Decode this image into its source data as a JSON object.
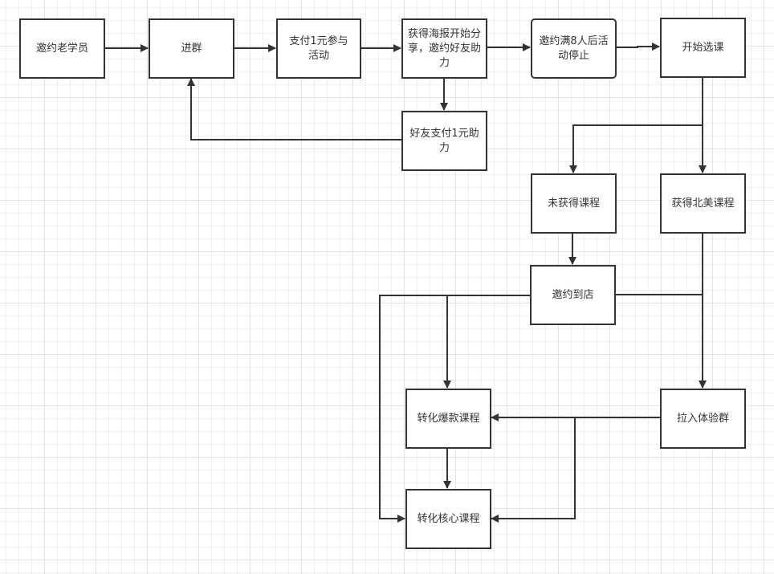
{
  "diagram": {
    "type": "flowchart",
    "stroke_color": "#333333",
    "nodes": {
      "invite_old_students": "邀约老学员",
      "join_group": "进群",
      "pay_one_yuan": "支付1元参与活动",
      "get_poster": "获得海报开始分享，邀约好友助力",
      "friend_pays": "好友支付1元助力",
      "activity_stops": "邀约满8人后活动停止",
      "start_course_selection": "开始选课",
      "no_course_obtained": "未获得课程",
      "got_na_course": "获得北美课程",
      "invite_to_store": "邀约到店",
      "trial_group": "拉入体验群",
      "convert_hot_course": "转化爆款课程",
      "convert_core_course": "转化核心课程"
    },
    "edges": [
      {
        "from": "invite_old_students",
        "to": "join_group"
      },
      {
        "from": "join_group",
        "to": "pay_one_yuan"
      },
      {
        "from": "pay_one_yuan",
        "to": "get_poster"
      },
      {
        "from": "get_poster",
        "to": "activity_stops"
      },
      {
        "from": "get_poster",
        "to": "friend_pays"
      },
      {
        "from": "friend_pays",
        "to": "join_group"
      },
      {
        "from": "activity_stops",
        "to": "start_course_selection"
      },
      {
        "from": "start_course_selection",
        "to": "no_course_obtained"
      },
      {
        "from": "start_course_selection",
        "to": "got_na_course"
      },
      {
        "from": "no_course_obtained",
        "to": "invite_to_store"
      },
      {
        "from": "got_na_course",
        "to": "trial_group"
      },
      {
        "from": "invite_to_store",
        "to": "trial_group"
      },
      {
        "from": "invite_to_store",
        "to": "convert_hot_course"
      },
      {
        "from": "invite_to_store",
        "to": "convert_core_course"
      },
      {
        "from": "trial_group",
        "to": "convert_hot_course"
      },
      {
        "from": "trial_group",
        "to": "convert_core_course"
      },
      {
        "from": "convert_hot_course",
        "to": "convert_core_course"
      }
    ]
  }
}
